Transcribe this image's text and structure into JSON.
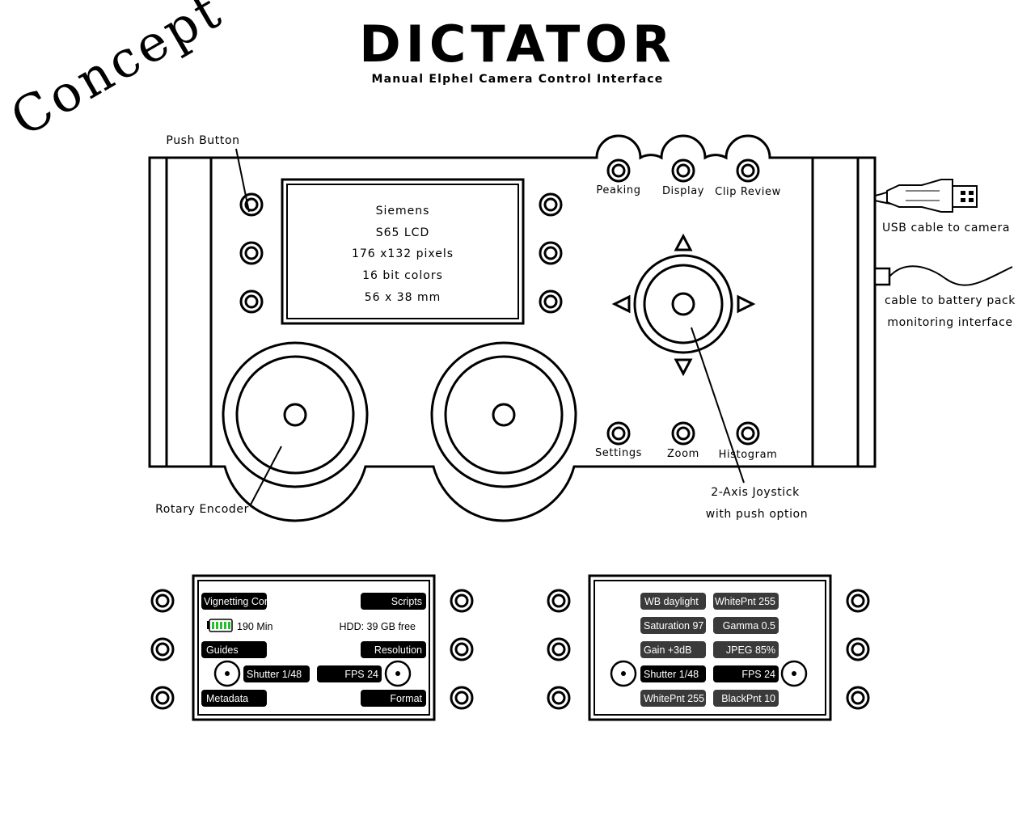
{
  "header": {
    "title": "DICTATOR",
    "subtitle": "Manual Elphel Camera Control Interface",
    "watermark": "Concept"
  },
  "callouts": {
    "push_button": "Push Button",
    "rotary_encoder": "Rotary Encoder",
    "joystick_line1": "2-Axis Joystick",
    "joystick_line2": "with push option",
    "usb": "USB cable to camera",
    "battery_line1": "cable to battery pack",
    "battery_line2": "monitoring interface"
  },
  "top_buttons": [
    "Peaking",
    "Display",
    "Clip Review"
  ],
  "bottom_buttons": [
    "Settings",
    "Zoom",
    "Histogram"
  ],
  "lcd": {
    "lines": [
      "Siemens",
      "S65 LCD",
      "176 x132 pixels",
      "16 bit colors",
      "56 x 38 mm"
    ]
  },
  "screen1": {
    "vignetting": "Vignetting Cor",
    "scripts": "Scripts",
    "battery": "190 Min",
    "hdd": "HDD: 39 GB free",
    "guides": "Guides",
    "resolution": "Resolution",
    "shutter": "Shutter 1/48",
    "fps": "FPS 24",
    "metadata": "Metadata",
    "format": "Format"
  },
  "screen2": {
    "wb": "WB daylight",
    "whitepnt_top": "WhitePnt 255",
    "saturation": "Saturation 97",
    "gamma": "Gamma 0.5",
    "gain": "Gain +3dB",
    "jpeg": "JPEG 85%",
    "shutter": "Shutter 1/48",
    "fps": "FPS 24",
    "whitepnt_bottom": "WhitePnt 255",
    "blackpnt": "BlackPnt 10"
  },
  "colors": {
    "ink": "#000000",
    "paper": "#ffffff",
    "chip_gray": "#3a3a3a",
    "battery_green": "#22c02a"
  }
}
